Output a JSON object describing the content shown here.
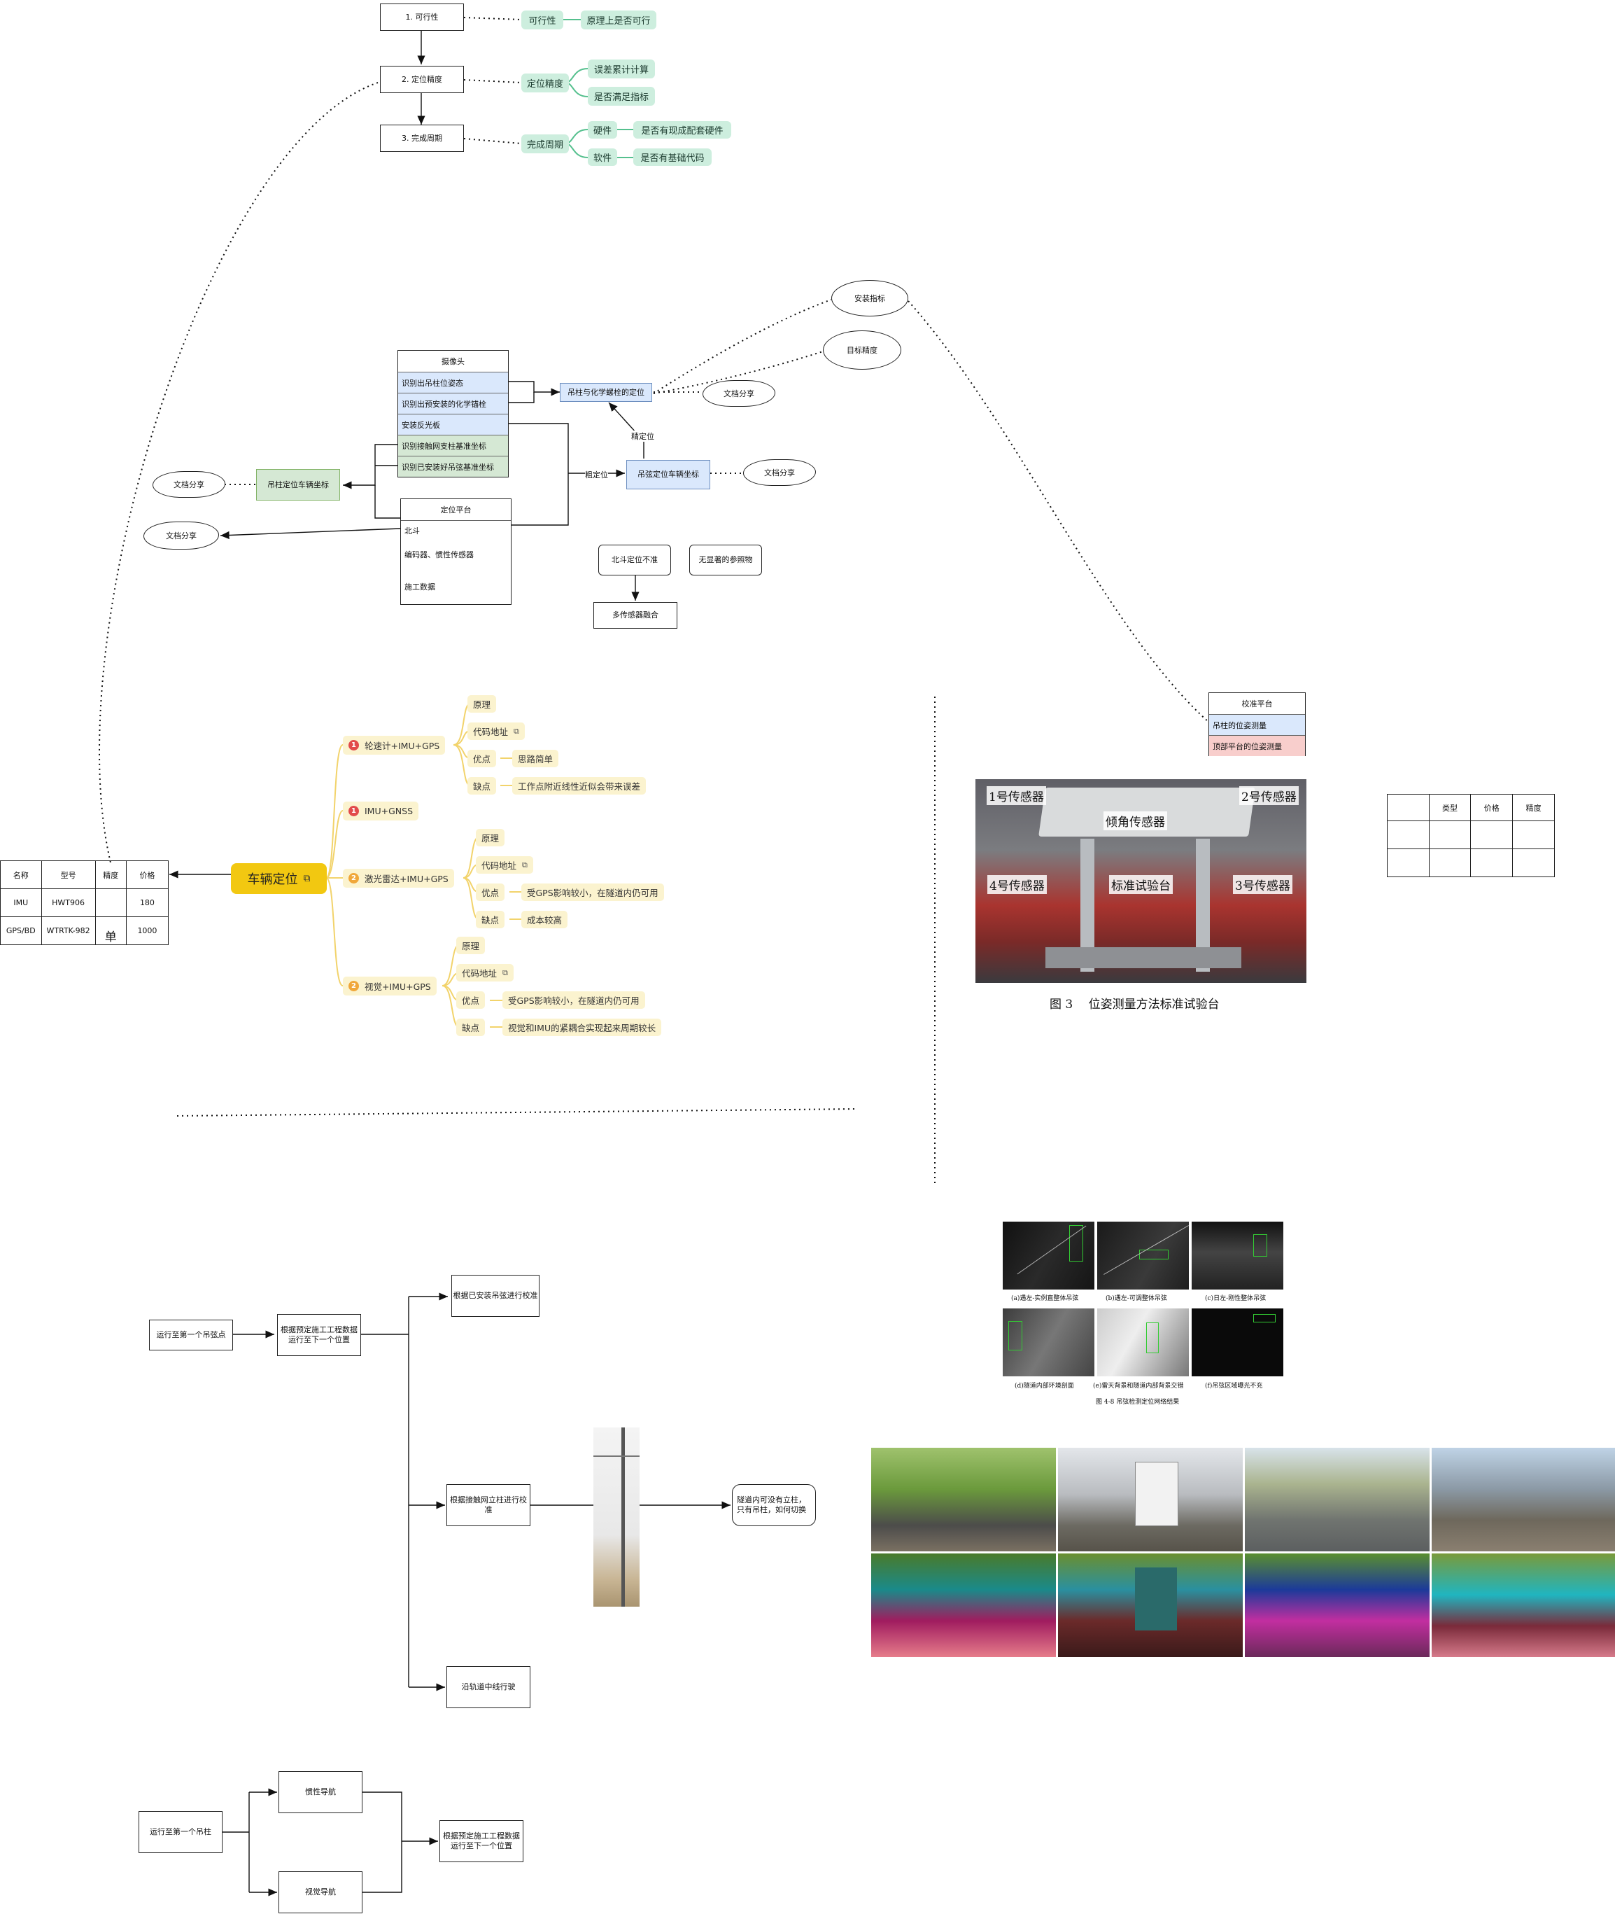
{
  "feasibility": {
    "steps": [
      "1. 可行性",
      "2. 定位精度",
      "3. 完成周期"
    ],
    "feasibility_tag": "可行性",
    "feasibility_leaf": "原理上是否可行",
    "accuracy_tag": "定位精度",
    "accuracy_leaves": [
      "误差累计计算",
      "是否满足指标"
    ],
    "cycle_tag": "完成周期",
    "hardware_tag": "硬件",
    "hardware_leaf": "是否有现成配套硬件",
    "software_tag": "软件",
    "software_leaf": "是否有基础代码"
  },
  "camera_diagram": {
    "camera_title": "摄像头",
    "camera_rows": [
      "识别出吊柱位姿态",
      "识别出预安装的化学锚栓",
      "安装反光板",
      "识别接触网支柱基准坐标",
      "识别已安装好吊弦基准坐标"
    ],
    "platform_title": "定位平台",
    "platform_rows": [
      "北斗",
      "编码器、惯性传感器",
      "施工数据"
    ],
    "chemical_anchor_node": "吊柱与化学螺栓的定位",
    "column_coord_node": "吊柱定位车辆坐标",
    "hanger_coord_node": "吊弦定位车辆坐标",
    "fine_label": "精定位",
    "coarse_label": "粗定位",
    "install_index": "安装指标",
    "target_accuracy": "目标精度",
    "doc_share": "文档分享",
    "beidou_issue": "北斗定位不准",
    "no_reference": "无显著的参照物",
    "fusion": "多传感器融合"
  },
  "vehicle_positioning": {
    "root": "车辆定位",
    "branches": [
      {
        "num": "1",
        "color": "#e24b4b",
        "label": "轮速计+IMU+GPS",
        "children": [
          "原理",
          "代码地址",
          "优点",
          "缺点"
        ],
        "pro": "思路简单",
        "con": "工作点附近线性近似会带来误差"
      },
      {
        "num": "1",
        "color": "#e24b4b",
        "label": "IMU+GNSS",
        "children": []
      },
      {
        "num": "2",
        "color": "#f0a73a",
        "label": "激光雷达+IMU+GPS",
        "children": [
          "原理",
          "代码地址",
          "优点",
          "缺点"
        ],
        "pro": "受GPS影响较小，在隧道内仍可用",
        "con": "成本较高"
      },
      {
        "num": "2",
        "color": "#f0a73a",
        "label": "视觉+IMU+GPS",
        "children": [
          "原理",
          "代码地址",
          "优点",
          "缺点"
        ],
        "pro": "受GPS影响较小，在隧道内仍可用",
        "con": "视觉和IMU的紧耦合实现起来周期较长"
      }
    ]
  },
  "sensor_table": {
    "headers": [
      "名称",
      "型号",
      "精度",
      "价格"
    ],
    "rows": [
      [
        "IMU",
        "HWT906",
        "",
        "180"
      ],
      [
        "GPS/BD",
        "WTRTK-982",
        "",
        "1000"
      ]
    ],
    "cursor_glyph": "单"
  },
  "calibration": {
    "title": "校准平台",
    "rows": [
      "吊柱的位姿测量",
      "顶部平台的位姿测量"
    ],
    "row_colors": [
      "#dae8fc",
      "#f8cecc"
    ]
  },
  "empty_table": {
    "headers": [
      "",
      "类型",
      "价格",
      "精度"
    ]
  },
  "figure3": {
    "labels": [
      "1号传感器",
      "2号传感器",
      "倾角传感器",
      "4号传感器",
      "标准试验台",
      "3号传感器"
    ],
    "caption": "图 3　 位姿测量方法标准试验台"
  },
  "detection_figure": {
    "subcaptions": [
      "(a)遇左-实例直整体吊弦",
      "(b)遇左-可调整体吊弦",
      "(c)日左-刚性整体吊弦",
      "(d)隧道内部环境剖面",
      "(e)雷天背景和隧道内部背景交错",
      "(f)吊弦区域曝光不充"
    ],
    "caption": "图 4-8 吊弦检测定位网络结果"
  },
  "flow1": {
    "start": "运行至第一个吊弦点",
    "move": "根据预定施工工程数据运行至下一个位置",
    "calib_hanger": "根据已安装吊弦进行校准",
    "calib_column": "根据接触网立柱进行校准",
    "along_track": "沿轨道中线行驶",
    "tunnel_note": "隧道内可没有立柱，只有吊柱，如何切换"
  },
  "flow2": {
    "start": "运行至第一个吊柱",
    "inertial": "惯性导航",
    "visual": "视觉导航",
    "move": "根据预定施工工程数据运行至下一个位置"
  }
}
